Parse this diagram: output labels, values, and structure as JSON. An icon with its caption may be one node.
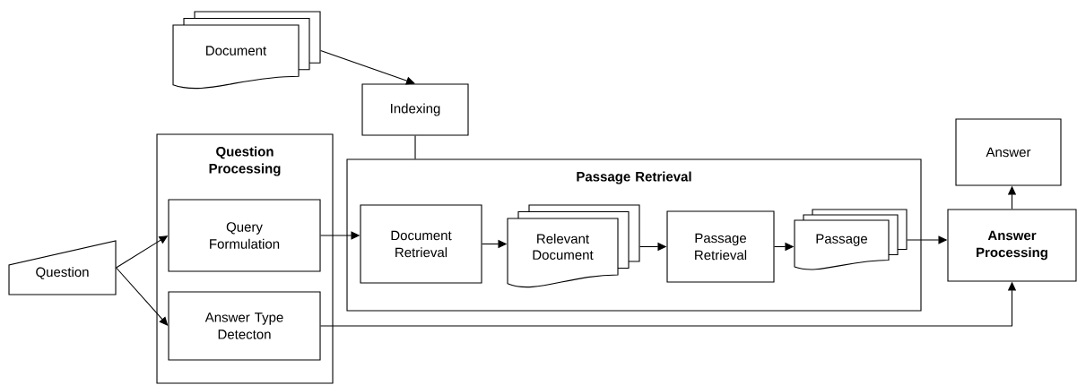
{
  "diagram": {
    "nodes": [
      {
        "text": [
          "Document"
        ]
      },
      {
        "text": [
          "Indexing"
        ]
      },
      {
        "text": [
          "Question Processing"
        ]
      },
      {
        "text": [
          "Query Formulation"
        ],
        "in": 2
      },
      {
        "text": [
          "Answer Type Detecton"
        ],
        "in": 2
      },
      {
        "text": [
          "Question"
        ]
      },
      {
        "text": [
          "Passage Retrieval"
        ]
      },
      {
        "text": [
          "Document Retrieval"
        ],
        "in": 6
      },
      {
        "text": [
          "Relevant Document"
        ],
        "in": 6
      },
      {
        "text": [
          "Passage Retrieval"
        ],
        "in": 6
      },
      {
        "text": [
          "Passage"
        ],
        "in": 6
      },
      {
        "text": [
          "Answer"
        ]
      },
      {
        "text": [
          "Answer Processing"
        ]
      }
    ],
    "edges": [
      {
        "from": 0,
        "to": 1,
        "arrow": "to"
      },
      {
        "from": 1,
        "to": 6,
        "arrow": "none"
      },
      {
        "from": 5,
        "to": 3,
        "arrow": "to"
      },
      {
        "from": 5,
        "to": 4,
        "arrow": "to"
      },
      {
        "from": 3,
        "to": 7,
        "arrow": "to"
      },
      {
        "from": 7,
        "to": 8,
        "arrow": "to"
      },
      {
        "from": 8,
        "to": 9,
        "arrow": "to"
      },
      {
        "from": 9,
        "to": 10,
        "arrow": "to"
      },
      {
        "from": 10,
        "to": 12,
        "arrow": "to"
      },
      {
        "from": 4,
        "to": 12,
        "arrow": "to"
      },
      {
        "from": 12,
        "to": 11,
        "arrow": "to"
      }
    ]
  }
}
